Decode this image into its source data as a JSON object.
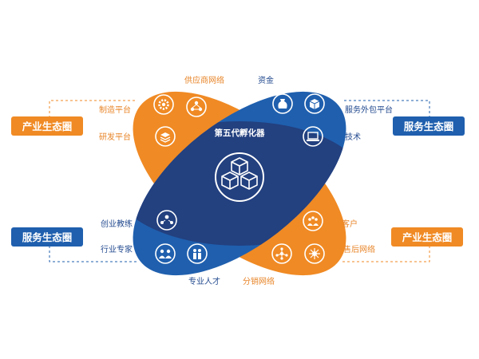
{
  "colors": {
    "orange": "#f08a24",
    "blue": "#1f5fae",
    "navy": "#23407f",
    "white": "#ffffff"
  },
  "center": {
    "title": "第五代孵化器",
    "icon": "cubes-icon"
  },
  "boxes": {
    "top_left": "产业生态圈",
    "top_right": "服务生态圈",
    "bottom_left": "服务生态圈",
    "bottom_right": "产业生态圈"
  },
  "labels": {
    "supply_network": "供应商网络",
    "capital": "资金",
    "manufacturing_platform": "制造平台",
    "rd_platform": "研发平台",
    "outsourcing_platform": "服务外包平台",
    "technology": "技术",
    "startup_coach": "创业教练",
    "industry_expert": "行业专家",
    "customer": "客户",
    "distribution_network": "分销网络",
    "professional_talent": "专业人才",
    "after_sales_network": "售后网络"
  },
  "icons": {
    "manufacturing": "gear-icon",
    "supply_network": "network-people-icon",
    "rd": "layers-icon",
    "capital": "money-bag-icon",
    "outsourcing": "package-box-icon",
    "technology": "laptop-icon",
    "coach": "mentor-icon",
    "expert": "group-icon",
    "talent": "team-icon",
    "customer": "crowd-icon",
    "distribution": "hub-icon",
    "after_sales": "service-network-icon"
  }
}
